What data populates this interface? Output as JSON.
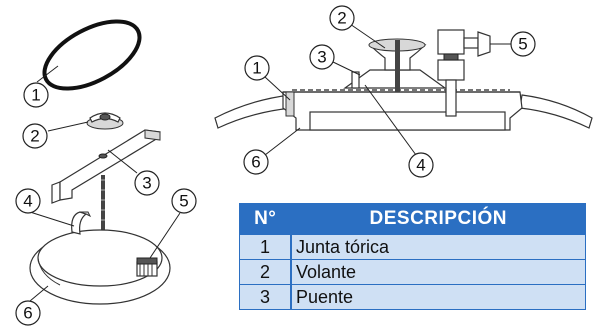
{
  "callouts": {
    "c1": "1",
    "c2": "2",
    "c3": "3",
    "c4": "4",
    "c5": "5",
    "c6": "6",
    "t1": "1",
    "t2": "2",
    "t3": "3",
    "t4": "4",
    "t5": "5",
    "t6": "6"
  },
  "table": {
    "headers": {
      "number": "N°",
      "description": "DESCRIPCIÓN"
    },
    "rows": [
      {
        "number": "1",
        "description": "Junta tórica"
      },
      {
        "number": "2",
        "description": "Volante"
      },
      {
        "number": "3",
        "description": "Puente"
      }
    ]
  },
  "colors": {
    "header_bg": "#2b6fc2",
    "row_bg": "#cfe0f4"
  }
}
